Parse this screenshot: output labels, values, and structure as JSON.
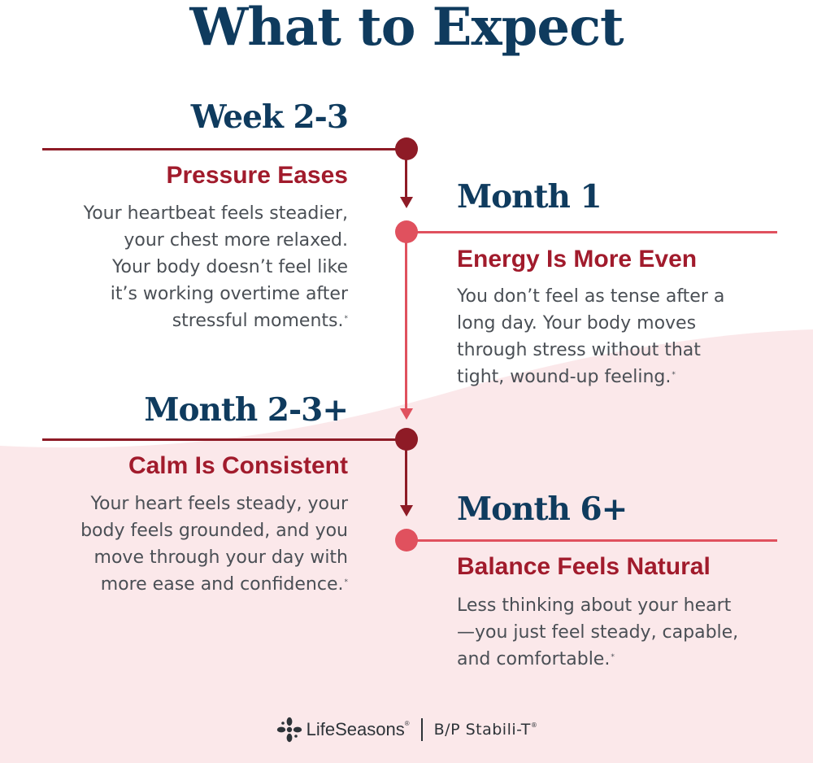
{
  "title": "What to Expect",
  "colors": {
    "navy": "#0f3b5e",
    "crimson": "#a11b2c",
    "dark_red": "#8e1b26",
    "rose": "#e0515e",
    "pink_bg": "#fbe8ea",
    "body_text": "#4a4f55"
  },
  "stages": [
    {
      "title": "Week 2-3",
      "heading": "Pressure Eases",
      "body_lines": [
        "Your heartbeat feels steadier,",
        "your chest more relaxed.",
        "Your body doesn’t feel like",
        "it’s working overtime after",
        "stressful moments."
      ],
      "footnote": "*"
    },
    {
      "title": "Month 1",
      "heading": "Energy Is More Even",
      "body_lines": [
        "You don’t feel as tense after a",
        "long day. Your body moves",
        "through stress without that",
        "tight, wound-up feeling."
      ],
      "footnote": "*"
    },
    {
      "title": "Month 2-3+",
      "heading": "Calm Is Consistent",
      "body_lines": [
        "Your heart feels steady, your",
        "body feels grounded, and you",
        "move through your day with",
        "more ease and confidence."
      ],
      "footnote": "*"
    },
    {
      "title": "Month 6+",
      "heading": "Balance Feels Natural",
      "body_lines": [
        "Less thinking about your heart",
        "—you just feel steady, capable,",
        "and comfortable."
      ],
      "footnote": "*"
    }
  ],
  "footer": {
    "logo_icon": "lifeseasons-flower-icon",
    "brand": "LifeSeasons",
    "brand_mark": "®",
    "product": "B/P Stabili-T",
    "product_mark": "®"
  }
}
